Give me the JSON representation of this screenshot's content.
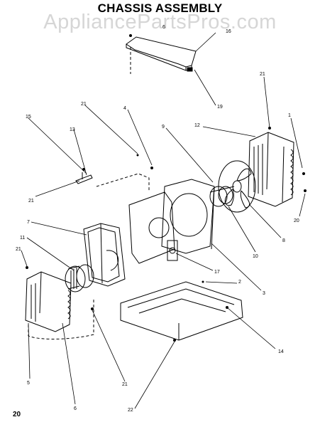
{
  "diagram": {
    "title": "CHASSIS ASSEMBLY",
    "watermark": "AppliancePartsPros.com",
    "page_number": "20",
    "callouts": [
      {
        "id": "c15a",
        "label": "15"
      },
      {
        "id": "c16",
        "label": "16"
      },
      {
        "id": "c6a",
        "label": "6"
      },
      {
        "id": "c19",
        "label": "19"
      },
      {
        "id": "c21a",
        "label": "21"
      },
      {
        "id": "c1",
        "label": "1"
      },
      {
        "id": "c12",
        "label": "12"
      },
      {
        "id": "c9",
        "label": "9"
      },
      {
        "id": "c4",
        "label": "4"
      },
      {
        "id": "c21b",
        "label": "21"
      },
      {
        "id": "c13",
        "label": "13"
      },
      {
        "id": "c21c",
        "label": "21"
      },
      {
        "id": "c20",
        "label": "20"
      },
      {
        "id": "c8",
        "label": "8"
      },
      {
        "id": "c10",
        "label": "10"
      },
      {
        "id": "c7",
        "label": "7"
      },
      {
        "id": "c11",
        "label": "11"
      },
      {
        "id": "c21d",
        "label": "21"
      },
      {
        "id": "c17",
        "label": "17"
      },
      {
        "id": "c3",
        "label": "3"
      },
      {
        "id": "c2",
        "label": "2"
      },
      {
        "id": "c14",
        "label": "14"
      },
      {
        "id": "c5",
        "label": "5"
      },
      {
        "id": "c6b",
        "label": "6"
      },
      {
        "id": "c21e",
        "label": "21"
      },
      {
        "id": "c22",
        "label": "22"
      }
    ]
  }
}
